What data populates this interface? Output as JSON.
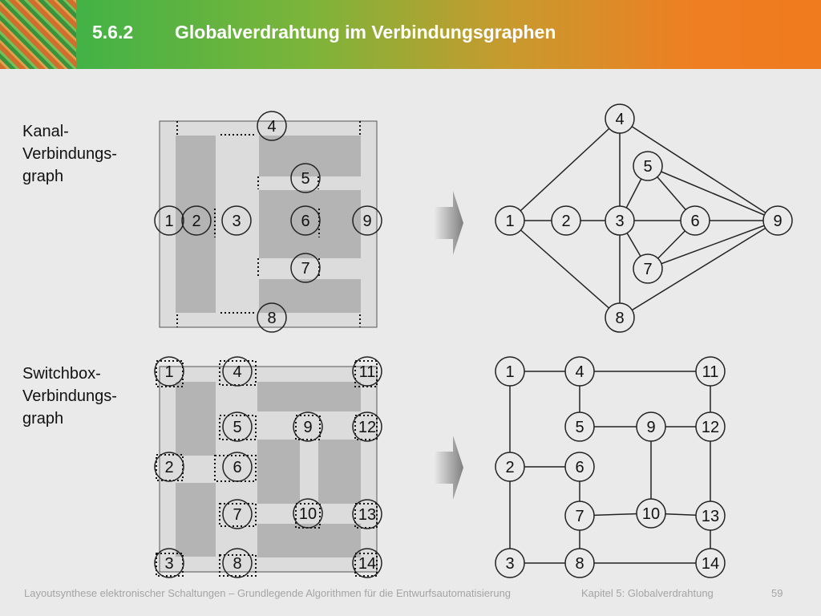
{
  "header": {
    "section_number": "5.6.2",
    "title": "Globalverdrahtung im Verbindungsgraphen"
  },
  "labels": {
    "kanal": [
      "Kanal-",
      "Verbindungs-",
      "graph"
    ],
    "switchbox": [
      "Switchbox-",
      "Verbindungs-",
      "graph"
    ]
  },
  "footer": {
    "course": "Layoutsynthese elektronischer Schaltungen – Grundlegende Algorithmen für die Entwurfsautomatisierung",
    "chapter": "Kapitel 5: Globalverdrahtung",
    "page": "59"
  },
  "diagrams": {
    "kanal_channel": {
      "nodes": [
        "4",
        "5",
        "1",
        "2",
        "3",
        "6",
        "9",
        "7",
        "8"
      ]
    },
    "kanal_graph": {
      "nodes": [
        "4",
        "5",
        "1",
        "2",
        "3",
        "6",
        "9",
        "7",
        "8"
      ],
      "edges": [
        [
          "1",
          "2"
        ],
        [
          "2",
          "3"
        ],
        [
          "3",
          "6"
        ],
        [
          "6",
          "9"
        ],
        [
          "1",
          "4"
        ],
        [
          "1",
          "8"
        ],
        [
          "4",
          "3"
        ],
        [
          "3",
          "8"
        ],
        [
          "4",
          "9"
        ],
        [
          "8",
          "9"
        ],
        [
          "5",
          "3"
        ],
        [
          "5",
          "6"
        ],
        [
          "5",
          "9"
        ],
        [
          "7",
          "3"
        ],
        [
          "7",
          "6"
        ],
        [
          "7",
          "9"
        ]
      ]
    },
    "switchbox_channel": {
      "nodes": [
        "1",
        "4",
        "11",
        "5",
        "9",
        "12",
        "2",
        "6",
        "7",
        "10",
        "13",
        "3",
        "8",
        "14"
      ]
    },
    "switchbox_graph": {
      "nodes": [
        "1",
        "4",
        "11",
        "5",
        "9",
        "12",
        "2",
        "6",
        "7",
        "10",
        "13",
        "3",
        "8",
        "14"
      ],
      "edges": [
        [
          "1",
          "4"
        ],
        [
          "4",
          "11"
        ],
        [
          "1",
          "2"
        ],
        [
          "2",
          "3"
        ],
        [
          "3",
          "8"
        ],
        [
          "8",
          "14"
        ],
        [
          "4",
          "5"
        ],
        [
          "5",
          "9"
        ],
        [
          "9",
          "12"
        ],
        [
          "11",
          "12"
        ],
        [
          "12",
          "13"
        ],
        [
          "13",
          "14"
        ],
        [
          "2",
          "6"
        ],
        [
          "6",
          "7"
        ],
        [
          "7",
          "8"
        ],
        [
          "7",
          "10"
        ],
        [
          "10",
          "13"
        ],
        [
          "9",
          "10"
        ]
      ]
    }
  },
  "colors": {
    "node_stroke": "#222222",
    "edge": "#222222",
    "channel_light": "#dcdcdc",
    "block_dark": "#b4b4b4",
    "arrow": "#888888"
  }
}
